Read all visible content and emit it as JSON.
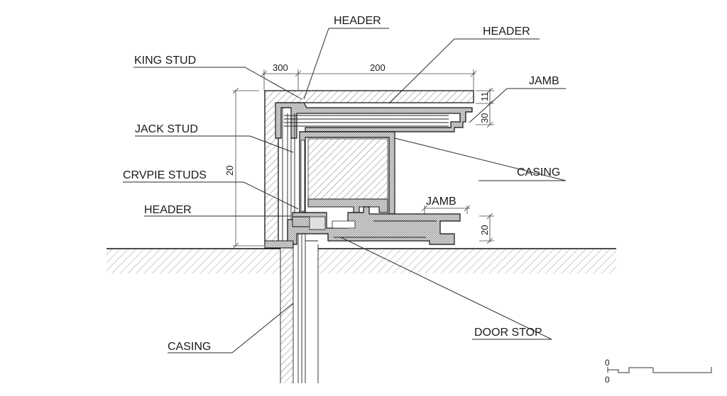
{
  "drawing": {
    "colors": {
      "ink": "#1a1a1a",
      "hatch": "#555555",
      "stipple_fill": "#bdbdbd",
      "background": "#ffffff"
    },
    "labels": {
      "header_top": "HEADER",
      "header_top_right": "HEADER",
      "king_stud": "KING STUD",
      "jamb_right": "JAMB",
      "jack_stud": "JACK STUD",
      "casing_right": "CASING",
      "cripple_studs": "CRVPIE STUDS",
      "jamb_mid": "JAMB",
      "header_left": "HEADER",
      "casing_bottom": "CASING",
      "door_stop": "DOOR STOP"
    },
    "dimensions": {
      "top_left": "300",
      "top_right": "200",
      "right_upper": "11",
      "right_lower": "30",
      "left_vertical": "20",
      "jamb_height": "20"
    },
    "scale_bar": {
      "top_label": "0",
      "bottom_label": "0"
    }
  }
}
